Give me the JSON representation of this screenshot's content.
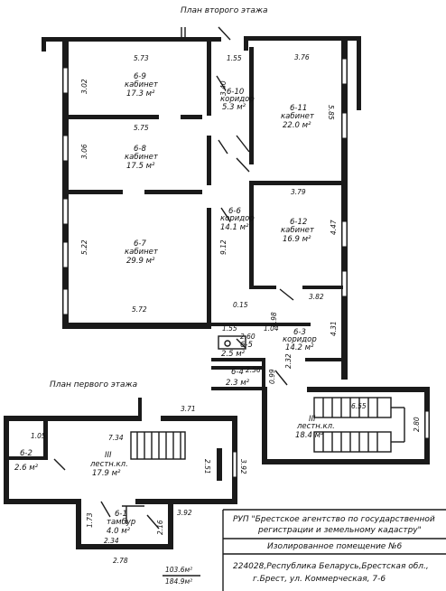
{
  "captions": {
    "second_floor": "План второго этажа",
    "first_floor": "План первого этажа"
  },
  "second_floor": {
    "rooms": [
      {
        "id": "6-9",
        "name": "кабинет",
        "area": "17.3 м²"
      },
      {
        "id": "6-8",
        "name": "кабинет",
        "area": "17.5 м²"
      },
      {
        "id": "6-7",
        "name": "кабинет",
        "area": "29.9 м²"
      },
      {
        "id": "6-10",
        "name": "коридор",
        "area": "5.3 м²"
      },
      {
        "id": "6-11",
        "name": "кабинет",
        "area": "22.0 м²"
      },
      {
        "id": "6-6",
        "name": "коридор",
        "area": "14.1 м²"
      },
      {
        "id": "6-12",
        "name": "кабинет",
        "area": "16.9 м²"
      },
      {
        "id": "6-3",
        "name": "коридор",
        "area": "14.2 м²"
      },
      {
        "id": "6-5",
        "name": "",
        "area": "2.5 м²"
      },
      {
        "id": "6-4",
        "name": "",
        "area": "2.3 м²"
      },
      {
        "id": "III",
        "name": "лестн.кл.",
        "area": "18.4 м²"
      }
    ],
    "dims": [
      "5.73",
      "3.02",
      "5.75",
      "3.06",
      "5.22",
      "5.72",
      "1.55",
      "3.40",
      "3.76",
      "5.85",
      "3.79",
      "9.12",
      "4.47",
      "0.15",
      "3.82",
      "1.55",
      "1.04",
      "4.31",
      "2.60",
      "0.98",
      "2.56",
      "2.32",
      "0.99",
      "6.55",
      "2.80",
      "3.71"
    ]
  },
  "first_floor": {
    "rooms": [
      {
        "id": "6-2",
        "name": "",
        "area": "2.6 м²"
      },
      {
        "id": "III",
        "name": "лестн.кл.",
        "area": "17.9 м²"
      },
      {
        "id": "6-1",
        "name": "тамбур",
        "area": "4.0 м²"
      }
    ],
    "dims": [
      "1.05",
      "7.34",
      "2.51",
      "3.92",
      "1.73",
      "2.16",
      "3.92",
      "2.34",
      "2.78"
    ],
    "total_top": "103.6м²",
    "total_bottom": "184.9м²"
  },
  "title_block": {
    "org_line1": "РУП \"Брестское агентство по государственной",
    "org_line2": "регистрации и земельному кадастру\"",
    "object": "Изолированное помещение №6",
    "address_line1": "224028,Республика Беларусь,Брестская обл.,",
    "address_line2": "г.Брест, ул. Коммерческая, 7-6"
  }
}
